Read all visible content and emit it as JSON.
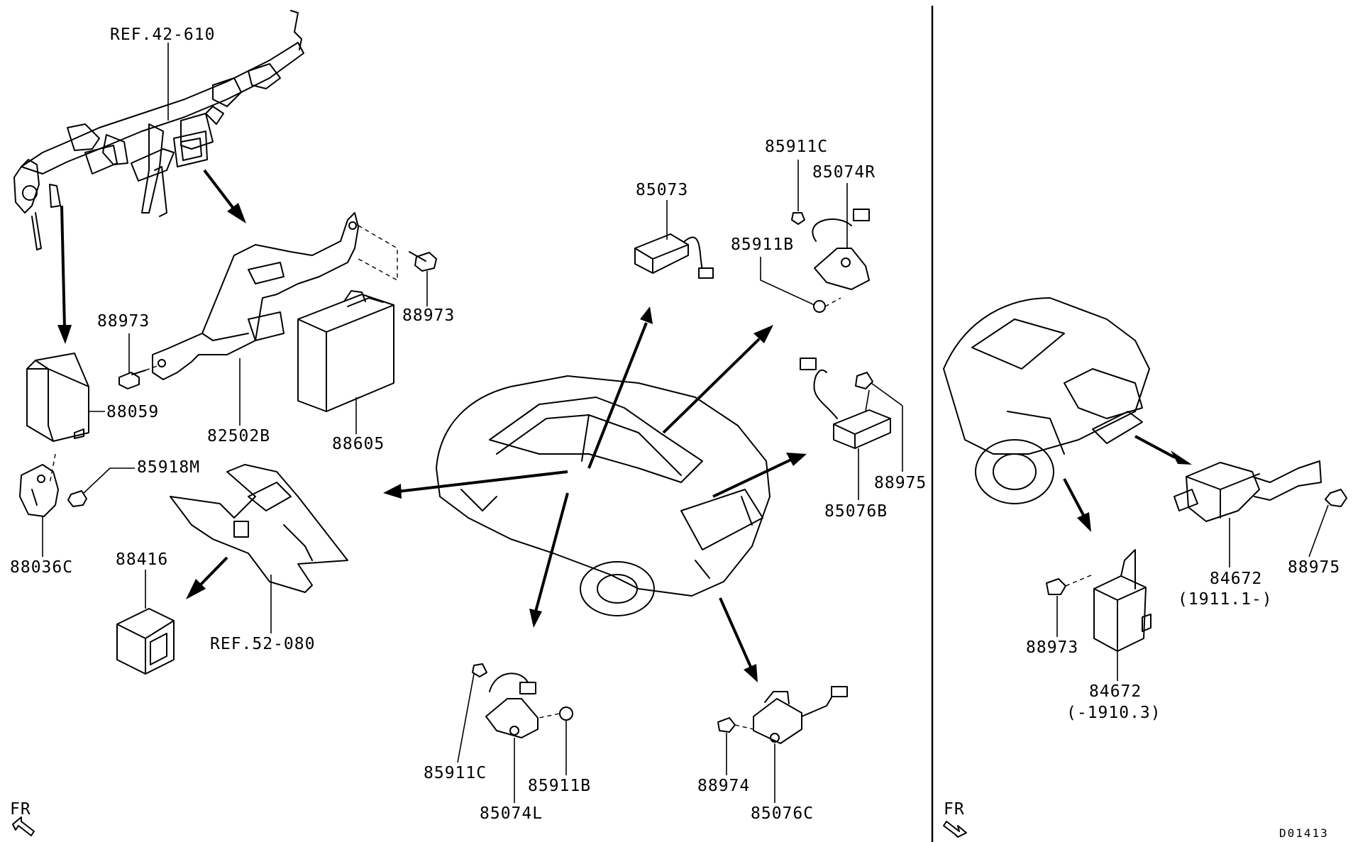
{
  "labels": {
    "ref_42_610": "REF.42-610",
    "p88973_a": "88973",
    "p88973_b": "88973",
    "p88973_c": "88973",
    "p88059": "88059",
    "p82502b": "82502B",
    "p88605": "88605",
    "p85918m": "85918M",
    "p88036c": "88036C",
    "p88416": "88416",
    "ref_52_080": "REF.52-080",
    "p85073": "85073",
    "p85911c_a": "85911C",
    "p85074r": "85074R",
    "p85911b_a": "85911B",
    "p88975_a": "88975",
    "p85076b": "85076B",
    "p85911c_b": "85911C",
    "p85911b_b": "85911B",
    "p85074l": "85074L",
    "p88974": "88974",
    "p85076c": "85076C",
    "p84672_a": "84672",
    "p84672_a_range": "(1911.1-)",
    "p88975_b": "88975",
    "p84672_b": "84672",
    "p84672_b_range": "(-1910.3)",
    "fr_left": "FR",
    "fr_right": "FR",
    "diagram_code": "D01413"
  }
}
